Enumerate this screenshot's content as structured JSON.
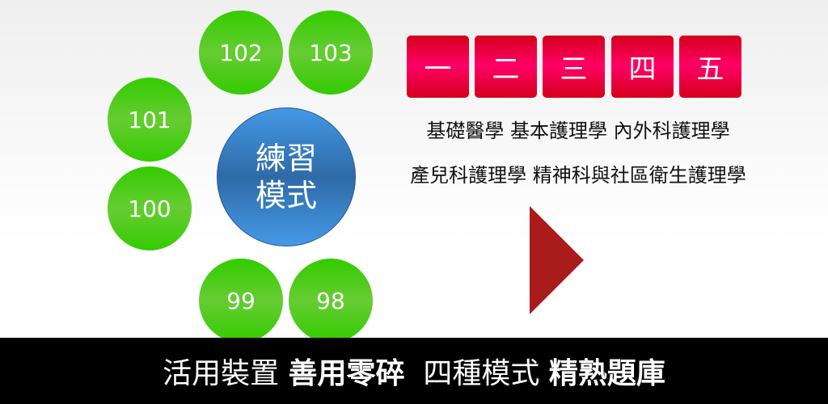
{
  "years": [
    "102",
    "103",
    "101",
    "100",
    "99",
    "98"
  ],
  "practice_mode": {
    "line1": "練習",
    "line2": "模式"
  },
  "volumes": [
    "一",
    "二",
    "三",
    "四",
    "五"
  ],
  "subjects": {
    "line1": "基礎醫學 基本護理學 內外科護理學",
    "line2": "產兒科護理學 精神科與社區衛生護理學"
  },
  "banner": [
    "活用裝置 ",
    "善用零碎",
    "  四種模式 ",
    "精熟題庫"
  ],
  "colors": {
    "green": "#33cc00",
    "blue": "#3a7fc6",
    "red": "#e6004c",
    "arrow": "#a81c1c"
  }
}
